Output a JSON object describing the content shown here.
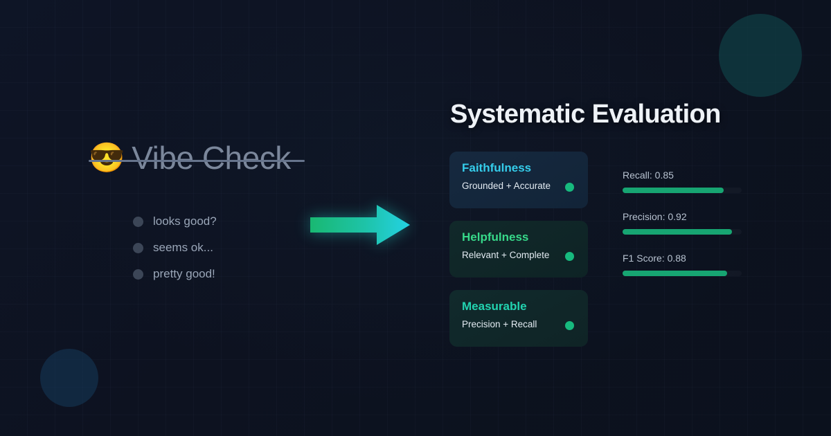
{
  "background": {
    "base_color": "#0d1321",
    "grid": "on",
    "blobs": [
      {
        "name": "top-right-circle",
        "color": "#114c50"
      },
      {
        "name": "bottom-left-circle",
        "color": "#163e60"
      }
    ]
  },
  "left": {
    "emoji": "😎",
    "heading": "Vibe Check",
    "struck_through": true,
    "items": [
      {
        "label": "looks good?"
      },
      {
        "label": "seems ok..."
      },
      {
        "label": "pretty good!"
      }
    ]
  },
  "arrow": {
    "name": "right-arrow",
    "gradient_from": "#19b872",
    "gradient_to": "#22cfe0"
  },
  "right": {
    "title": "Systematic Evaluation",
    "cards": [
      {
        "title": "Faithfulness",
        "subtitle": "Grounded + Accurate",
        "title_color": "#35cdeb",
        "dot_color": "#17ba7e"
      },
      {
        "title": "Helpfulness",
        "subtitle": "Relevant + Complete",
        "title_color": "#37d98a",
        "dot_color": "#17ba7e"
      },
      {
        "title": "Measurable",
        "subtitle": "Precision + Recall",
        "title_color": "#22d3b0",
        "dot_color": "#17ba7e"
      }
    ]
  },
  "chart_data": {
    "type": "bar",
    "title": "",
    "orientation": "horizontal",
    "categories": [
      "Recall",
      "Precision",
      "F1 Score"
    ],
    "values": [
      0.85,
      0.92,
      0.88
    ],
    "labels": [
      "Recall: 0.85",
      "Precision: 0.92",
      "F1 Score: 0.88"
    ],
    "xlim": [
      0,
      1
    ],
    "bar_color": "#17a572",
    "grid": false,
    "legend": "none"
  }
}
